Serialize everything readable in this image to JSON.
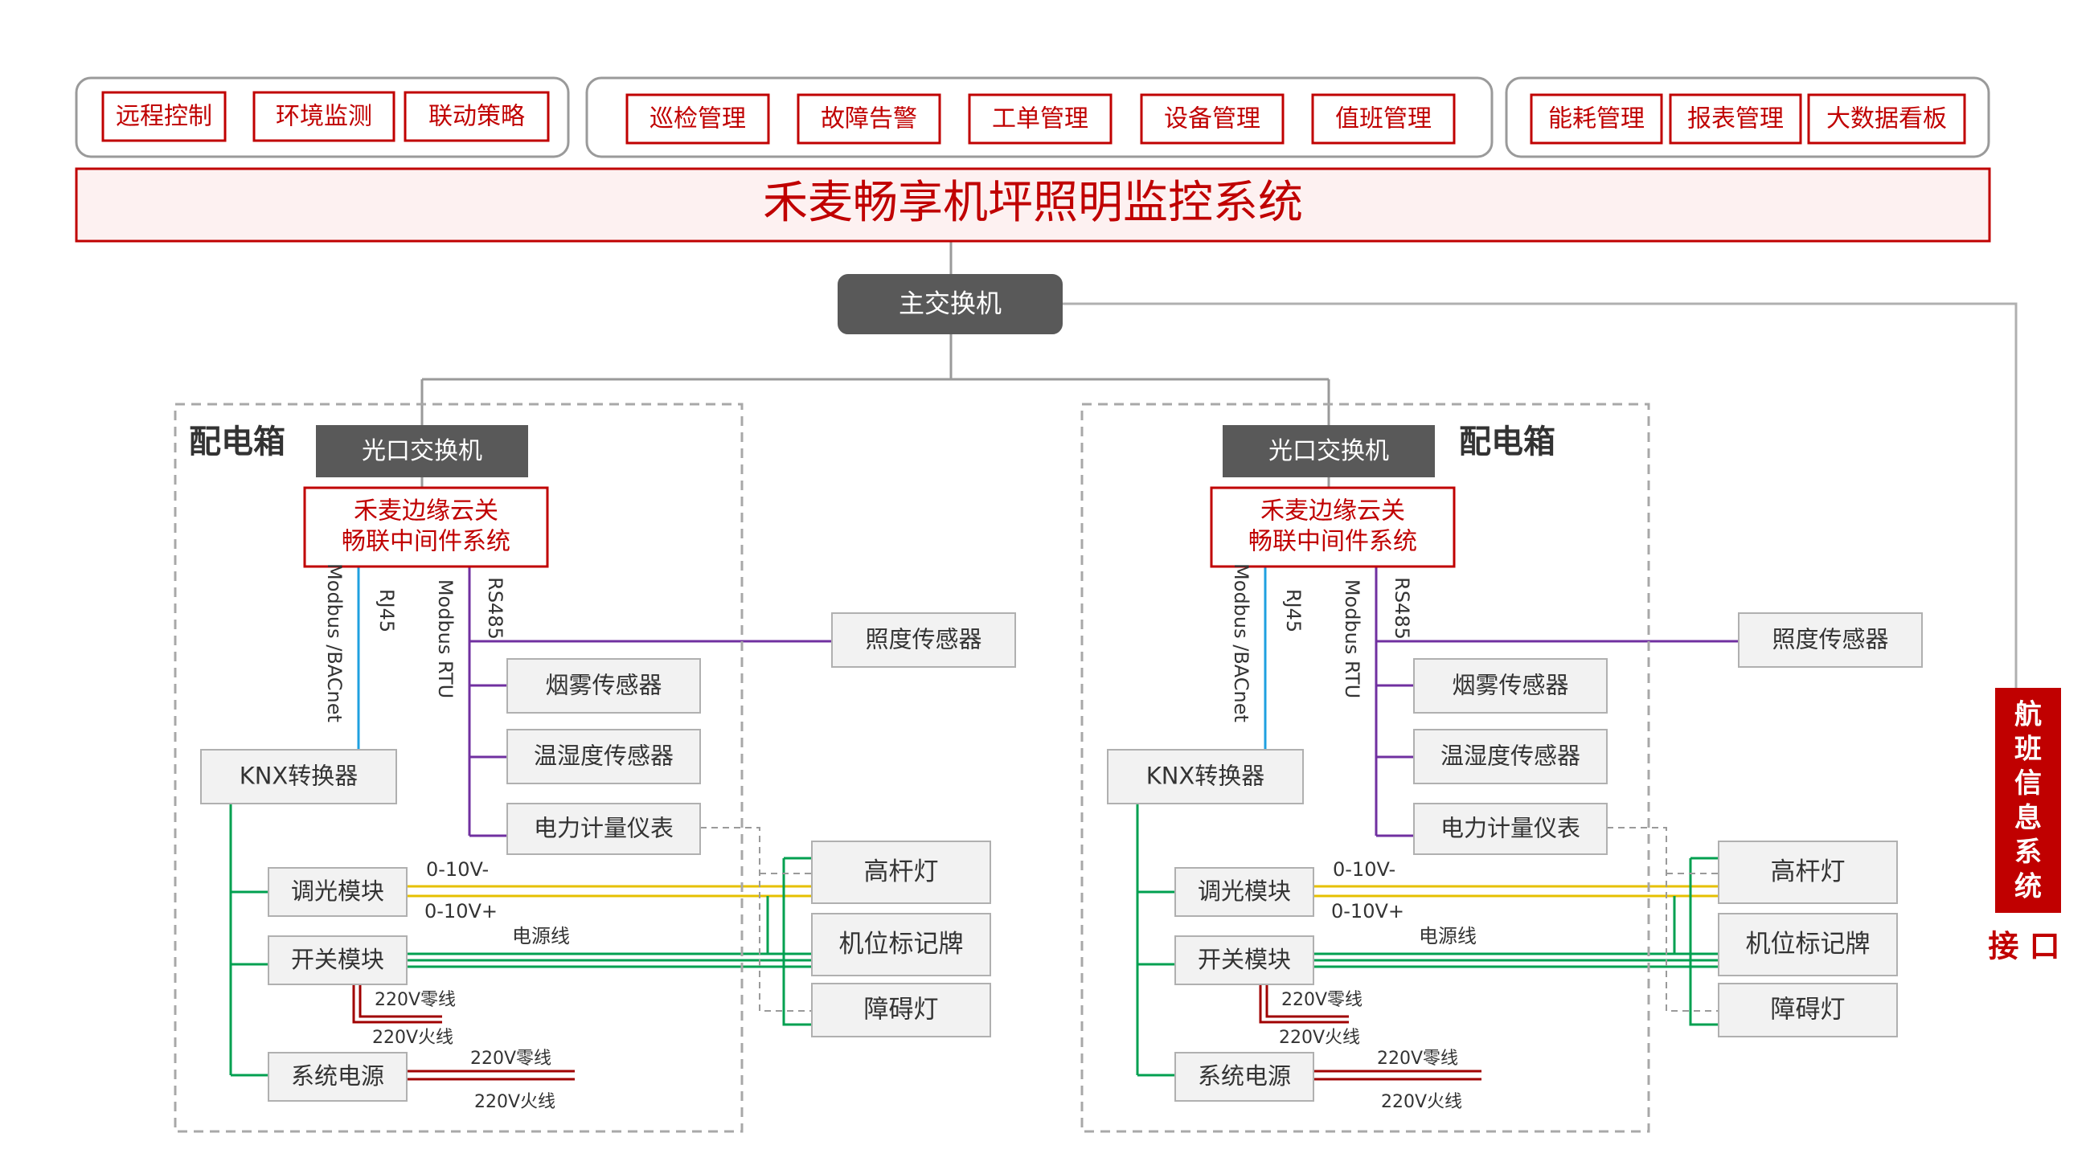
{
  "title": "禾麦畅享机坪照明监控系统",
  "module_groups": [
    [
      "远程控制",
      "环境监测",
      "联动策略"
    ],
    [
      "巡检管理",
      "故障告警",
      "工单管理",
      "设备管理",
      "值班管理"
    ],
    [
      "能耗管理",
      "报表管理",
      "大数据看板"
    ]
  ],
  "main_switch": "主交换机",
  "cabinet_label": "配电箱",
  "optical_switch": "光口交换机",
  "gateway": [
    "禾麦边缘云关",
    "畅联中间件系统"
  ],
  "protocol_labels": [
    "Modbus /BACnet",
    "RJ45",
    "Modbus RTU",
    "RS485"
  ],
  "sensors": [
    "照度传感器",
    "烟雾传感器",
    "温湿度传感器",
    "电力计量仪表"
  ],
  "knx": "KNX转换器",
  "modules": [
    "调光模块",
    "开关模块",
    "系统电源"
  ],
  "lamps": [
    "高杆灯",
    "机位标记牌",
    "障碍灯"
  ],
  "wire_labels": {
    "dim_minus": "0-10V-",
    "dim_plus": "0-10V+",
    "power": "电源线",
    "neutral": "220V零线",
    "live": "220V火线"
  },
  "flight_info": "航班信息系统",
  "interface": "接 口",
  "colors": {
    "brand_red": "#c00000",
    "dark_box": "#595959",
    "rs485_purple": "#7030a0",
    "rj45_blue": "#1fa0e0",
    "knx_green": "#00a050",
    "dim_yellow": "#e6c000",
    "wire_red": "#a00000"
  }
}
